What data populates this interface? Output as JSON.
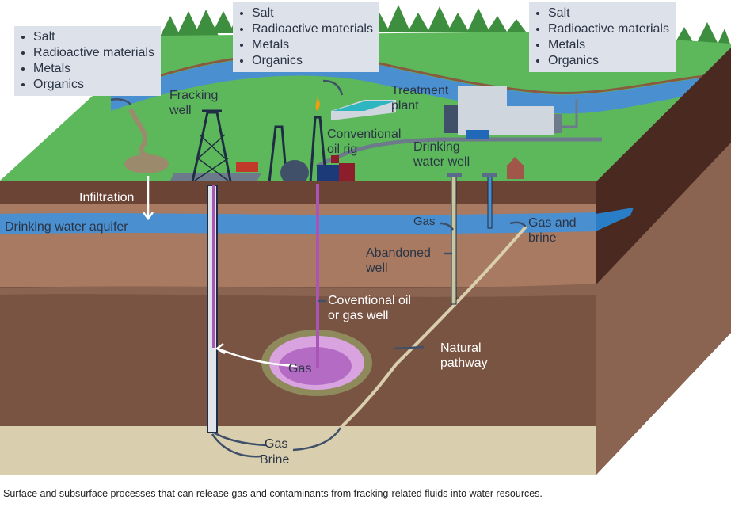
{
  "contaminant_boxes": [
    {
      "items": [
        "Salt",
        "Radioactive materials",
        "Metals",
        "Organics"
      ]
    },
    {
      "items": [
        "Salt",
        "Radioactive materials",
        "Metals",
        "Organics"
      ]
    },
    {
      "items": [
        "Salt",
        "Radioactive materials",
        "Metals",
        "Organics"
      ]
    }
  ],
  "labels": {
    "fracking_well": "Fracking well",
    "conventional_oil_rig": "Conventional oil rig",
    "treatment_plant": "Treatment plant",
    "drinking_water_well": "Drinking water well",
    "infiltration": "Infiltration",
    "drinking_water_aquifer": "Drinking water aquifer",
    "gas_left": "Gas",
    "gas_and_brine": "Gas and brine",
    "abandoned_well": "Abandoned well",
    "conventional_well": "Coventional oil or gas well",
    "natural_pathway": "Natural pathway",
    "gas_reservoir": "Gas",
    "gas_bottom": "Gas",
    "brine_bottom": "Brine"
  },
  "caption": "Surface and subsurface processes that can release gas and contaminants from fracking-related fluids into water resources.",
  "colors": {
    "grass": "#5cb85a",
    "water": "#4a90d0",
    "soil_dark": "#6b4436",
    "soil_light": "#a87a62",
    "bedrock": "#d9cfae",
    "reservoir": "#b36bc4"
  }
}
